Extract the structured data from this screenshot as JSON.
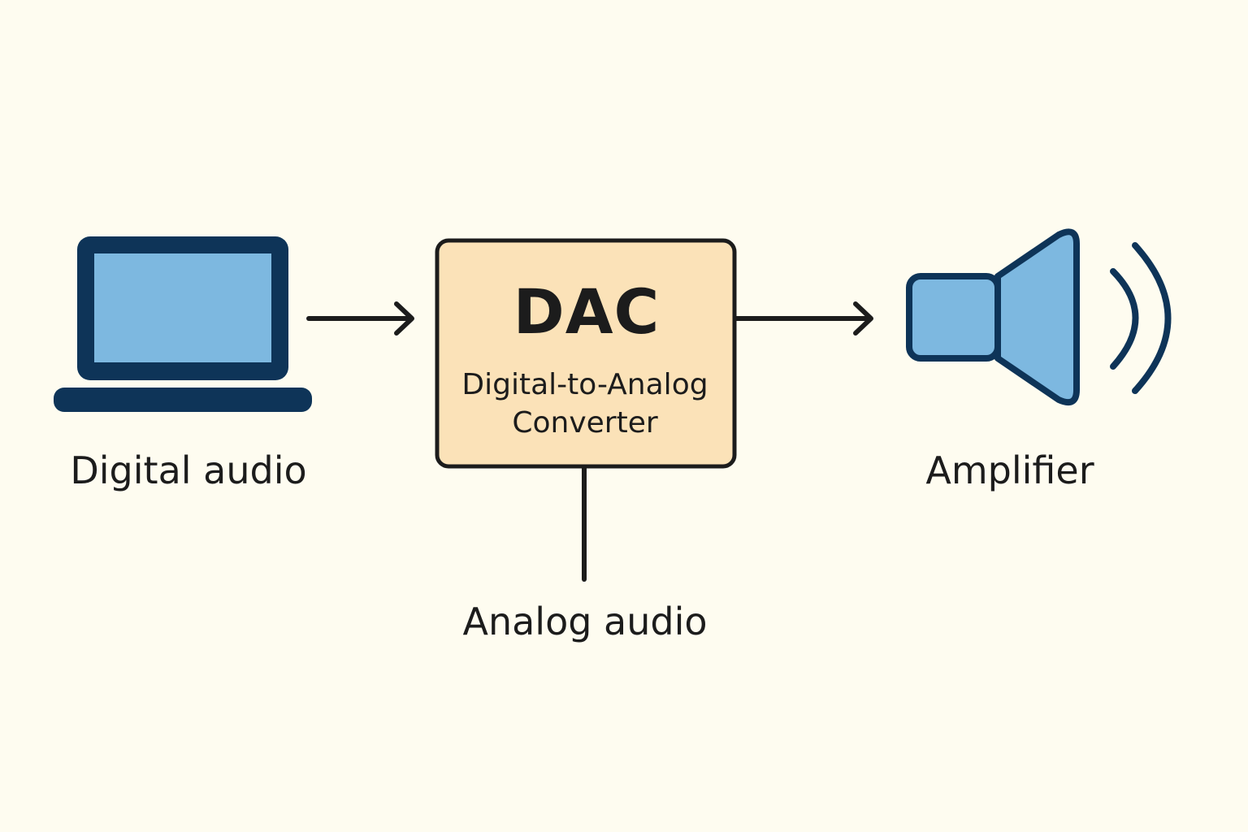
{
  "colors": {
    "background": "#fefcf0",
    "icon_dark": "#0e3458",
    "icon_light": "#7db8e0",
    "dac_fill": "#fbe2b8",
    "stroke": "#1c1c1c",
    "text": "#1c1c1c"
  },
  "nodes": {
    "source": {
      "icon": "laptop-icon",
      "label": "Digital audio"
    },
    "dac": {
      "title": "DAC",
      "subtitle_line1": "Digital-to-Analog",
      "subtitle_line2": "Converter"
    },
    "output": {
      "icon": "speaker-icon",
      "label": "Amplifier"
    },
    "analog_output": {
      "label": "Analog audio"
    }
  },
  "edges": [
    {
      "from": "source",
      "to": "dac",
      "style": "arrow"
    },
    {
      "from": "dac",
      "to": "output",
      "style": "arrow"
    },
    {
      "from": "dac",
      "to": "analog_output",
      "style": "line"
    }
  ]
}
